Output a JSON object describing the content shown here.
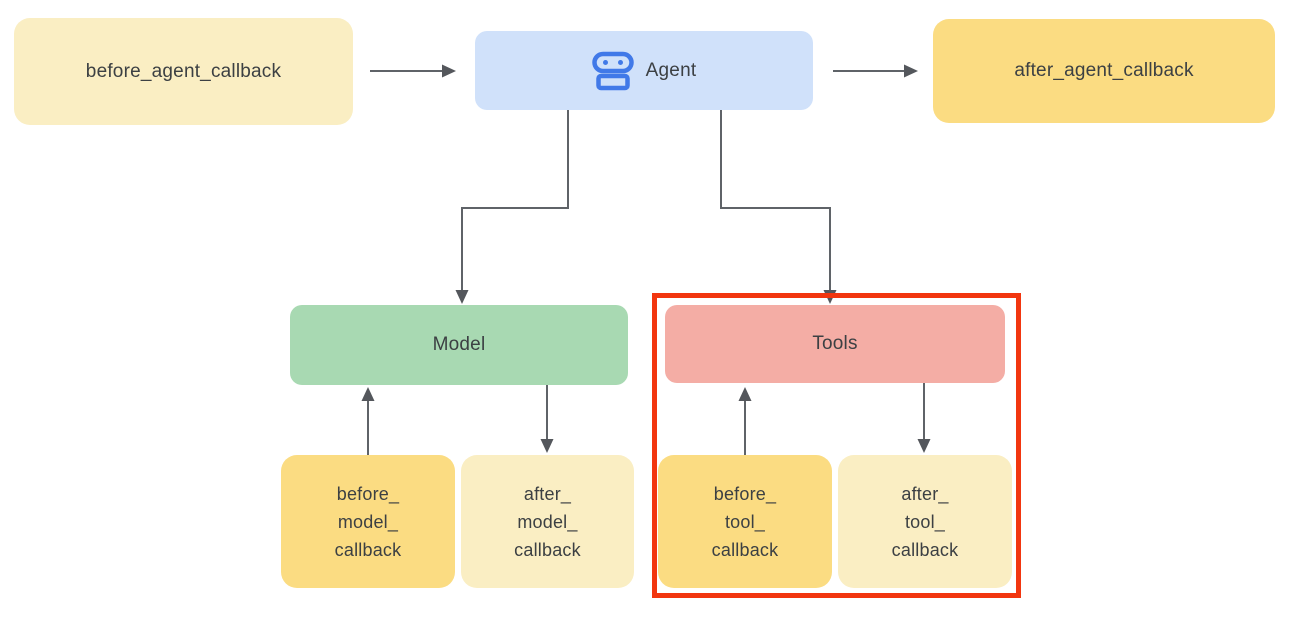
{
  "diagram": {
    "nodes": {
      "before_agent": {
        "label": "before_agent_callback",
        "fill": "#FAEEC3"
      },
      "agent": {
        "label": "Agent",
        "fill": "#D0E1FA",
        "icon": "robot-icon"
      },
      "after_agent": {
        "label": "after_agent_callback",
        "fill": "#FBDC82"
      },
      "model": {
        "label": "Model",
        "fill": "#A8D9B2"
      },
      "tools": {
        "label": "Tools",
        "fill": "#F4ADA5"
      },
      "before_model": {
        "label": "before_\nmodel_\ncallback",
        "fill": "#FBDC82"
      },
      "after_model": {
        "label": "after_\nmodel_\ncallback",
        "fill": "#FAEEC3"
      },
      "before_tool": {
        "label": "before_\ntool_\ncallback",
        "fill": "#FBDC82"
      },
      "after_tool": {
        "label": "after_\ntool_\ncallback",
        "fill": "#FAEEC3"
      }
    },
    "edges": [
      {
        "from": "before_agent_callback",
        "to": "Agent"
      },
      {
        "from": "Agent",
        "to": "after_agent_callback"
      },
      {
        "from": "Agent",
        "to": "Model"
      },
      {
        "from": "Agent",
        "to": "Tools"
      },
      {
        "from": "before_model_callback",
        "to": "Model"
      },
      {
        "from": "Model",
        "to": "after_model_callback"
      },
      {
        "from": "before_tool_callback",
        "to": "Tools"
      },
      {
        "from": "Tools",
        "to": "after_tool_callback"
      }
    ],
    "highlight": {
      "around": "Tools",
      "color": "#F2360F"
    },
    "colors": {
      "background": "#FFFFFF",
      "light_yellow": "#FAEEC3",
      "gold": "#FBDC82",
      "agent_blue": "#D0E1FA",
      "model_green": "#A8D9B2",
      "tools_salmon": "#F4ADA5",
      "robot_icon_blue": "#4179E8",
      "arrow_gray": "#5F6368",
      "text": "#3C4043",
      "highlight_red": "#F2360F"
    }
  }
}
